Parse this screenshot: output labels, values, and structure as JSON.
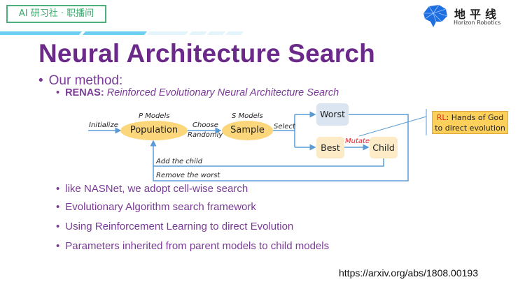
{
  "header": {
    "badge_label": "AI 研习社 · 职播间",
    "logo": {
      "icon": "brain-network-icon",
      "name_cn": "地平线",
      "name_en": "Horizon Robotics"
    }
  },
  "slide": {
    "title": "Neural Architecture Search",
    "bullet_main": "Our method:",
    "sub_bullet": {
      "bold": "RENAS:",
      "italic": " Reinforced Evolutionary Neural Architecture Search"
    },
    "bullets": [
      "like NASNet, we adopt cell-wise search",
      "Evolutionary Algorithm search framework",
      "Using Reinforcement Learning to direct Evolution",
      "Parameters inherited from parent models to child models"
    ],
    "url": "https://arxiv.org/abs/1808.00193"
  },
  "diagram": {
    "nodes": {
      "population": "Population",
      "sample": "Sample",
      "worst": "Worst",
      "best": "Best",
      "child": "Child"
    },
    "labels": {
      "initialize": "Initialize",
      "p_models": "P Models",
      "s_models": "S Models",
      "choose": "Choose",
      "randomly": "Randomly",
      "select": "Select",
      "mutate": "Mutate",
      "add_child": "Add the child",
      "remove_worst": "Remove the worst"
    },
    "callout": {
      "rl": "RL",
      "rest1": ": Hands of God",
      "line2": "to direct evolution"
    },
    "colors": {
      "arrow": "#5b9bd5",
      "node": "#fbd67a",
      "worst": "#dae5f1",
      "box": "#fdebc8",
      "mutate": "#e8262c",
      "rl": "#e8262c"
    }
  }
}
